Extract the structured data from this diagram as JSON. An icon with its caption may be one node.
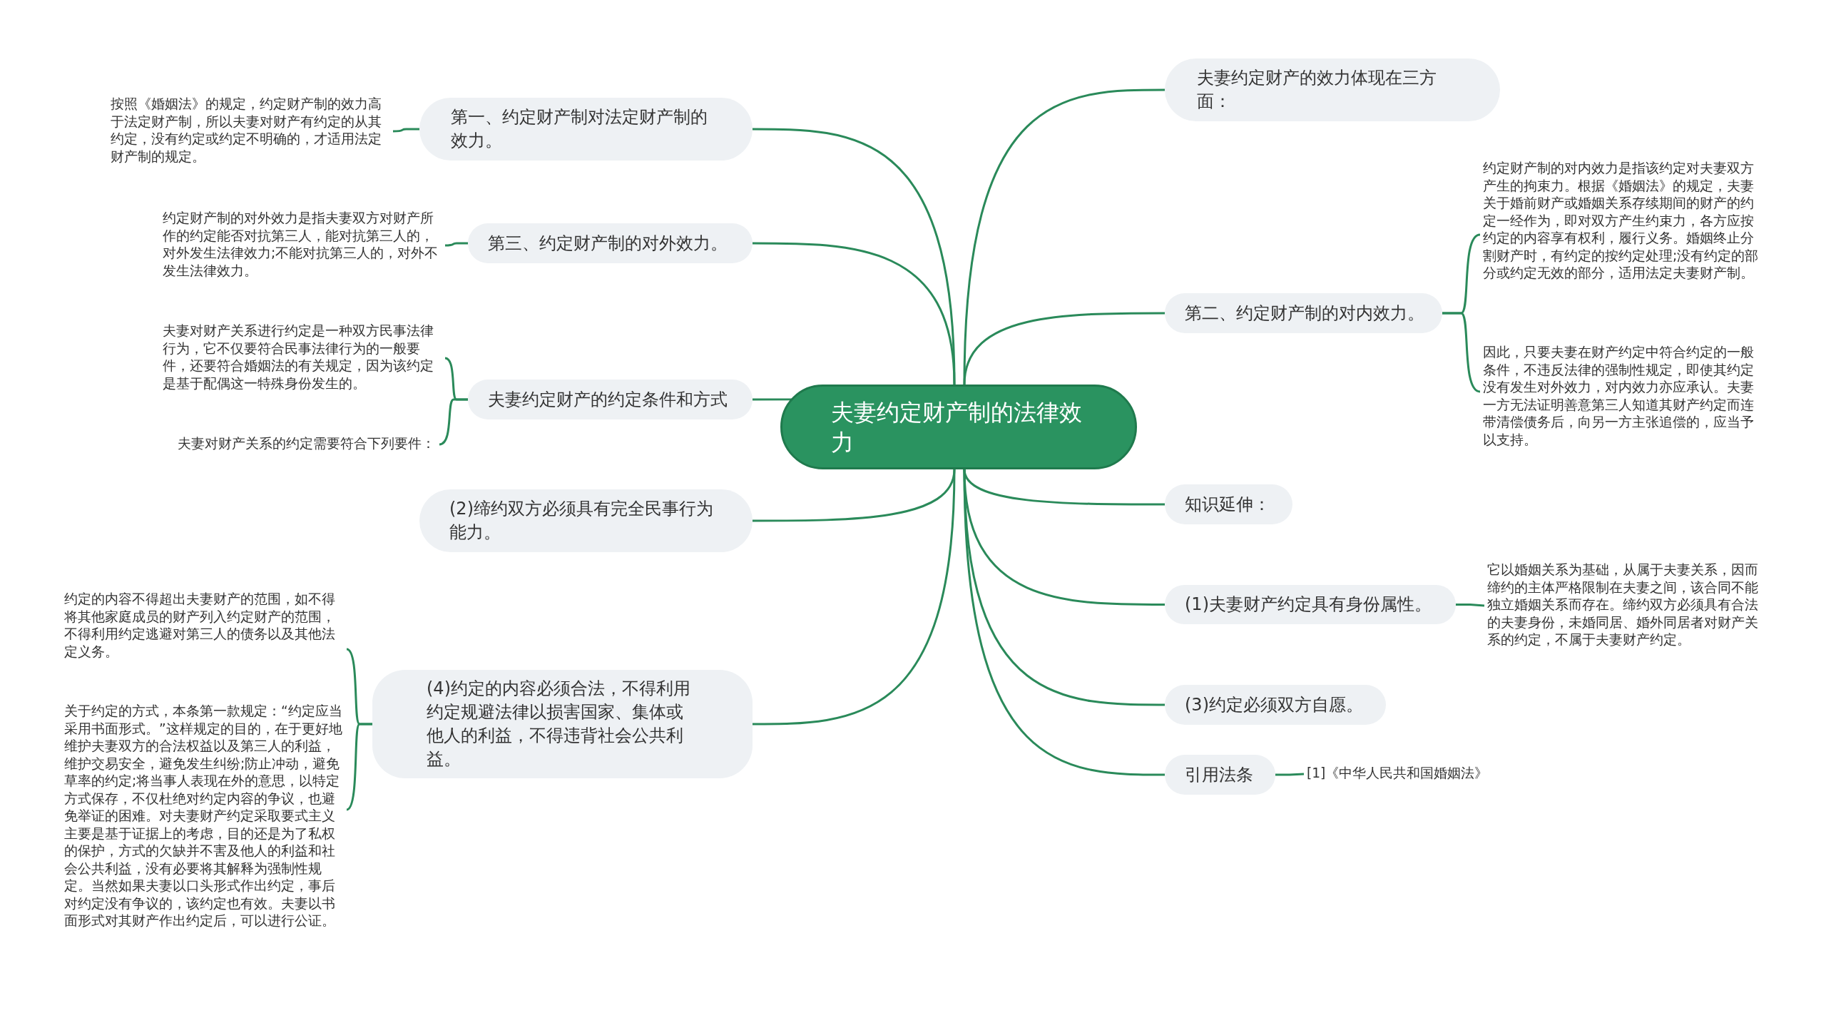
{
  "diagram": {
    "nodes": [
      {
        "text": [
          "夫妻约定财产制的法律效力"
        ]
      },
      {
        "text": [
          "第一、约定财产制对法定财产制的效力。"
        ]
      },
      {
        "text": [
          "第三、约定财产制的对外效力。"
        ]
      },
      {
        "text": [
          "夫妻约定财产的约定条件和方式"
        ]
      },
      {
        "text": [
          "(2)缔约双方必须具有完全民事行为能力。"
        ]
      },
      {
        "text": [
          "(4)约定的内容必须合法，不得利用约定规避法律以损害国家、集体或他人的利益，不得违背社会公共利益。"
        ]
      },
      {
        "text": [
          "夫妻约定财产的效力体现在三方面："
        ]
      },
      {
        "text": [
          "第二、约定财产制的对内效力。"
        ]
      },
      {
        "text": [
          "知识延伸："
        ]
      },
      {
        "text": [
          "(1)夫妻财产约定具有身份属性。"
        ]
      },
      {
        "text": [
          "(3)约定必须双方自愿。"
        ]
      },
      {
        "text": [
          "引用法条"
        ]
      },
      {
        "text": [
          "按照《婚姻法》的规定，约定财产制的效力高于法定财产制，所以夫妻对财产有约定的从其约定，没有约定或约定不明确的，才适用法定财产制的规定。"
        ]
      },
      {
        "text": [
          "约定财产制的对外效力是指夫妻双方对财产所作的约定能否对抗第三人，能对抗第三人的，对外发生法律效力;不能对抗第三人的，对外不发生法律效力。"
        ]
      },
      {
        "text": [
          "夫妻对财产关系进行约定是一种双方民事法律行为，它不仅要符合民事法律行为的一般要件，还要符合婚姻法的有关规定，因为该约定是基于配偶这一特殊身份发生的。"
        ]
      },
      {
        "text": [
          "夫妻对财产关系的约定需要符合下列要件："
        ]
      },
      {
        "text": [
          "约定的内容不得超出夫妻财产的范围，如不得将其他家庭成员的财产列入约定财产的范围，不得利用约定逃避对第三人的债务以及其他法定义务。"
        ]
      },
      {
        "text": [
          "关于约定的方式，本条第一款规定：“约定应当采用书面形式。”这样规定的目的，在于更好地维护夫妻双方的合法权益以及第三人的利益，维护交易安全，避免发生纠纷;防止冲动，避免草率的约定;将当事人表现在外的意思，以特定方式保存，不仅杜绝对约定内容的争议，也避免举证的困难。对夫妻财产约定采取要式主义主要是基于证据上的考虑，目的还是为了私权的保护，方式的欠缺并不害及他人的利益和社会公共利益，没有必要将其解释为强制性规定。当然如果夫妻以口头形式作出约定，事后对约定没有争议的，该约定也有效。夫妻以书面形式对其财产作出约定后，可以进行公证。"
        ]
      },
      {
        "text": [
          "约定财产制的对内效力是指该约定对夫妻双方产生的拘束力。根据《婚姻法》的规定，夫妻关于婚前财产或婚姻关系存续期间的财产的约定一经作为，即对双方产生约束力，各方应按约定的内容享有权利，履行义务。婚姻终止分割财产时，有约定的按约定处理;没有约定的部分或约定无效的部分，适用法定夫妻财产制。"
        ]
      },
      {
        "text": [
          "因此，只要夫妻在财产约定中符合约定的一般条件，不违反法律的强制性规定，即使其约定没有发生对外效力，对内效力亦应承认。夫妻一方无法证明善意第三人知道其财产约定而连带清偿债务后，向另一方主张追偿的，应当予以支持。"
        ]
      },
      {
        "text": [
          "它以婚姻关系为基础，从属于夫妻关系，因而缔约的主体严格限制在夫妻之间，该合同不能独立婚姻关系而存在。缔约双方必须具有合法的夫妻身份，未婚同居、婚外同居者对财产关系的约定，不属于夫妻财产约定。"
        ]
      },
      {
        "text": [
          "[1]《中华人民共和国婚姻法》"
        ]
      }
    ],
    "edges": [
      {
        "from": 0,
        "to": 1,
        "arrow": "none"
      },
      {
        "from": 0,
        "to": 2,
        "arrow": "none"
      },
      {
        "from": 0,
        "to": 3,
        "arrow": "none"
      },
      {
        "from": 0,
        "to": 4,
        "arrow": "none"
      },
      {
        "from": 0,
        "to": 5,
        "arrow": "none"
      },
      {
        "from": 0,
        "to": 6,
        "arrow": "none"
      },
      {
        "from": 0,
        "to": 7,
        "arrow": "none"
      },
      {
        "from": 0,
        "to": 8,
        "arrow": "none"
      },
      {
        "from": 0,
        "to": 9,
        "arrow": "none"
      },
      {
        "from": 0,
        "to": 10,
        "arrow": "none"
      },
      {
        "from": 0,
        "to": 11,
        "arrow": "none"
      },
      {
        "from": 1,
        "to": 12,
        "arrow": "none"
      },
      {
        "from": 2,
        "to": 13,
        "arrow": "none"
      },
      {
        "from": 3,
        "to": 14,
        "arrow": "none"
      },
      {
        "from": 3,
        "to": 15,
        "arrow": "none"
      },
      {
        "from": 5,
        "to": 16,
        "arrow": "none"
      },
      {
        "from": 5,
        "to": 17,
        "arrow": "none"
      },
      {
        "from": 7,
        "to": 18,
        "arrow": "none"
      },
      {
        "from": 7,
        "to": 19,
        "arrow": "none"
      },
      {
        "from": 9,
        "to": 20,
        "arrow": "none"
      },
      {
        "from": 11,
        "to": 21,
        "arrow": "none"
      }
    ]
  }
}
